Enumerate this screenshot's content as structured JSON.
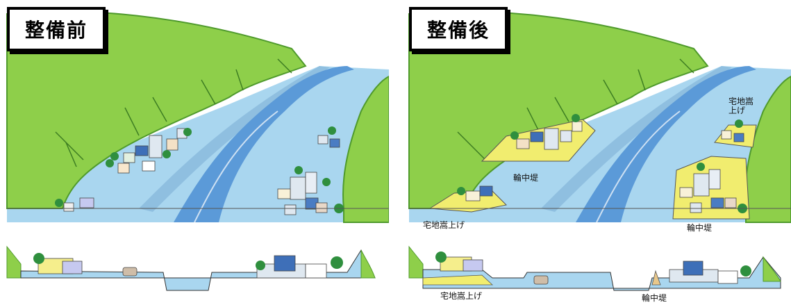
{
  "panels": {
    "before": {
      "title": "整備前"
    },
    "after": {
      "title": "整備後",
      "labels": {
        "ring_levee_left": "輪中堤",
        "ring_levee_right": "輪中堤",
        "raised_land_left": "宅地嵩上げ",
        "raised_land_right": "宅地嵩上げ"
      },
      "section_labels": {
        "raised_land": "宅地嵩上げ",
        "ring_levee": "輪中堤"
      }
    }
  },
  "colors": {
    "hill": "#8ecf4a",
    "hill_dark": "#4f9a2c",
    "river_plain": "#a9d6ef",
    "river_channel": "#5b9ad8",
    "raised_land": "#f1ed6f",
    "tree": "#2f8f3e"
  }
}
